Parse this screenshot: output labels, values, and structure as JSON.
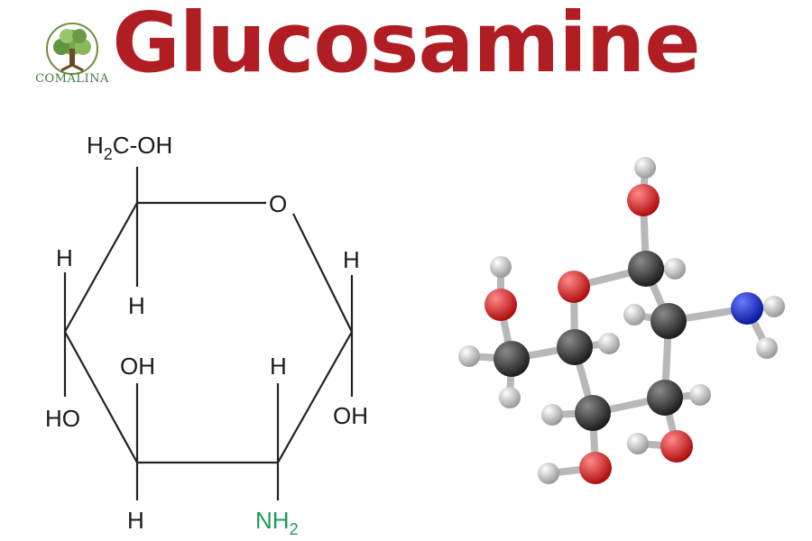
{
  "title": "Glucosamine",
  "logo": {
    "text": "COMALINA",
    "icon": "tree-icon"
  },
  "structure": {
    "ch2oh": {
      "main": "H",
      "sub": "2",
      "rest": "C-OH"
    },
    "ring_oxygen": "O",
    "h_left_top": "H",
    "h_c5": "H",
    "h_c1": "H",
    "oh_c3": "OH",
    "h_c2": "H",
    "ho_c4": "HO",
    "oh_c1": "OH",
    "h_c4_bottom": "H",
    "nh2": {
      "main": "NH",
      "sub": "2",
      "color": "#1f9a55"
    }
  },
  "ball_stick_model": {
    "atom_colors": {
      "carbon": "#3a3a3a",
      "oxygen": "#e02020",
      "nitrogen": "#1a2fd0",
      "hydrogen": "#d8d8d8"
    }
  }
}
